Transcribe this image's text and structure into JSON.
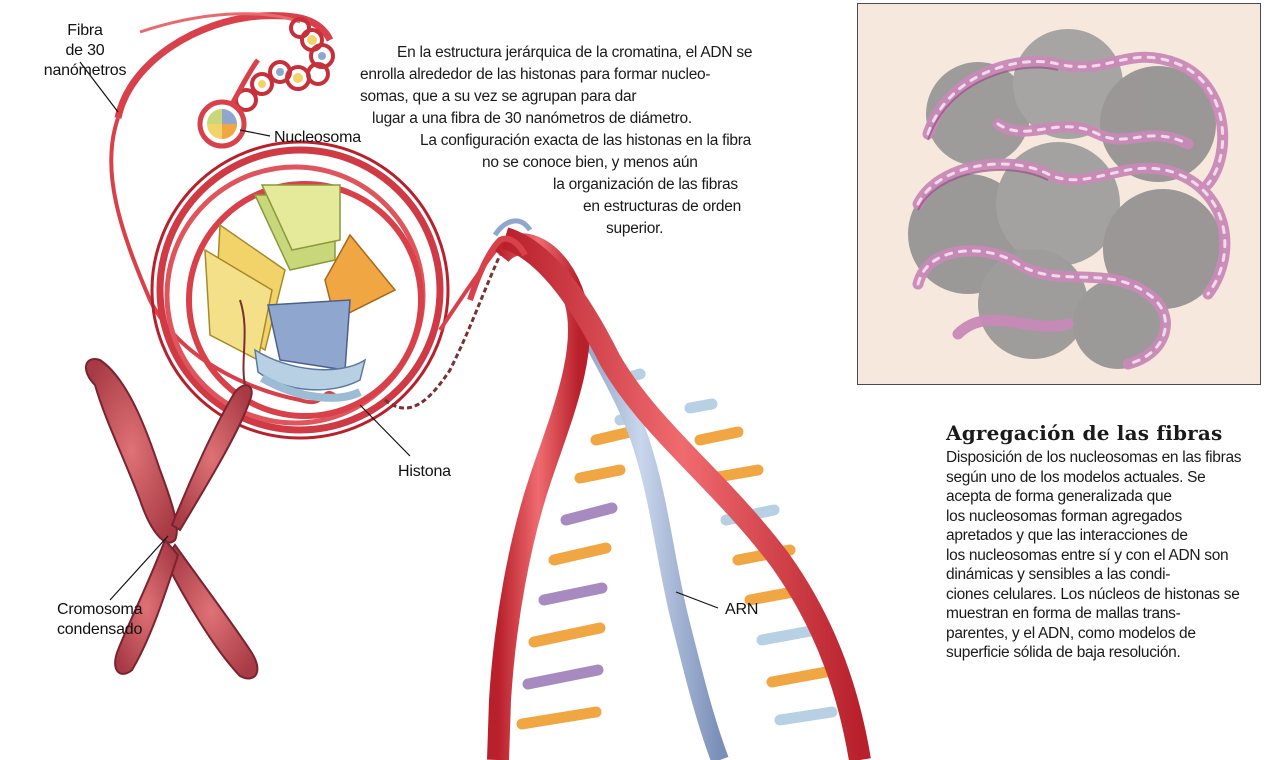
{
  "labels": {
    "fibra": [
      "Fibra",
      "de 30 nanómetros"
    ],
    "nucleosoma": "Nucleosoma",
    "histona": "Histona",
    "cromosoma": [
      "Cromosoma",
      "condensado"
    ],
    "arn": "ARN"
  },
  "intro_lines": [
    "En la estructura jerárquica de la cromatina, el ADN se",
    "enrolla alrededor de las histonas para formar nucleo-",
    "somas, que a su vez se agrupan para dar",
    "lugar a una fibra de 30 nanómetros de diámetro.",
    "La configuración exacta de las histonas en la fibra",
    "no se conoce bien, y menos aún",
    "la organización de las fibras",
    "en estructuras de orden",
    "superior."
  ],
  "aside": {
    "title": "Agregación de las fibras",
    "lines": [
      "Disposición de los nucleosomas en las fibras",
      "según uno de los modelos actuales. Se",
      "acepta de forma generalizada que",
      "los nucleosomas forman agregados",
      "apretados y que las interacciones de",
      "los nucleosomas entre sí y con el ADN son",
      "dinámicas y sensibles a las condi-",
      "ciones celulares. Los núcleos de histonas se",
      "muestran en forma de mallas trans-",
      "parentes, y el ADN, como modelos de",
      "superficie sólida de baja resolución."
    ]
  },
  "colors": {
    "dna_red": "#d8404a",
    "chromosome": "#c9545c",
    "histone_yellow": "#f2d36a",
    "histone_green": "#c8d77a",
    "histone_orange": "#f0a642",
    "histone_blue": "#8fa6cf",
    "model_pink": "#c98ab8",
    "photo_bg": "#f6e8dd"
  }
}
